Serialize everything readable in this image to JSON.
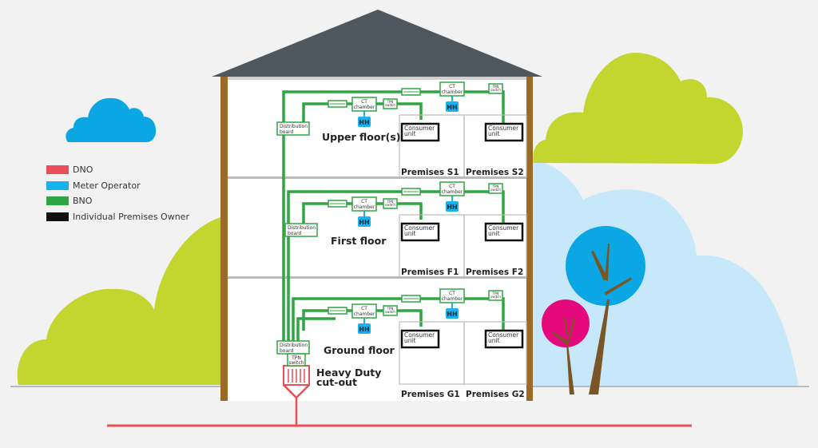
{
  "colors": {
    "background": "#f2f2f2",
    "dno": "#ea4e57",
    "meter_operator": "#17b4ec",
    "bno": "#2fa543",
    "premises_owner": "#111111",
    "roof": "#4e575d",
    "wall": "#9a6a26",
    "green_cloud": "#c3d62f",
    "light_blue_cloud": "#c7e8fa",
    "blue_cloud": "#0ba7e4",
    "pink_tree": "#e40a7e",
    "trunk": "#7a5525"
  },
  "legend": [
    {
      "label": "DNO",
      "color": "#ea4e57"
    },
    {
      "label": "Meter Operator",
      "color": "#17b4ec"
    },
    {
      "label": "BNO",
      "color": "#2fa543"
    },
    {
      "label": "Individual Premises Owner",
      "color": "#111111"
    }
  ],
  "labels": {
    "distribution_board": [
      "Distribution",
      "board"
    ],
    "ct_chamber": [
      "CT",
      "chamber"
    ],
    "tpn_switch": [
      "TPN",
      "switch"
    ],
    "hh": "HH",
    "consumer_unit": [
      "Consumer",
      "unit"
    ],
    "heavy_duty": [
      "Heavy Duty",
      "cut-out"
    ]
  },
  "floors": [
    {
      "name": "Upper floor(s)",
      "premises": [
        "Premises S1",
        "Premises S2"
      ]
    },
    {
      "name": "First floor",
      "premises": [
        "Premises F1",
        "Premises F2"
      ]
    },
    {
      "name": "Ground floor",
      "premises": [
        "Premises G1",
        "Premises G2"
      ]
    }
  ]
}
